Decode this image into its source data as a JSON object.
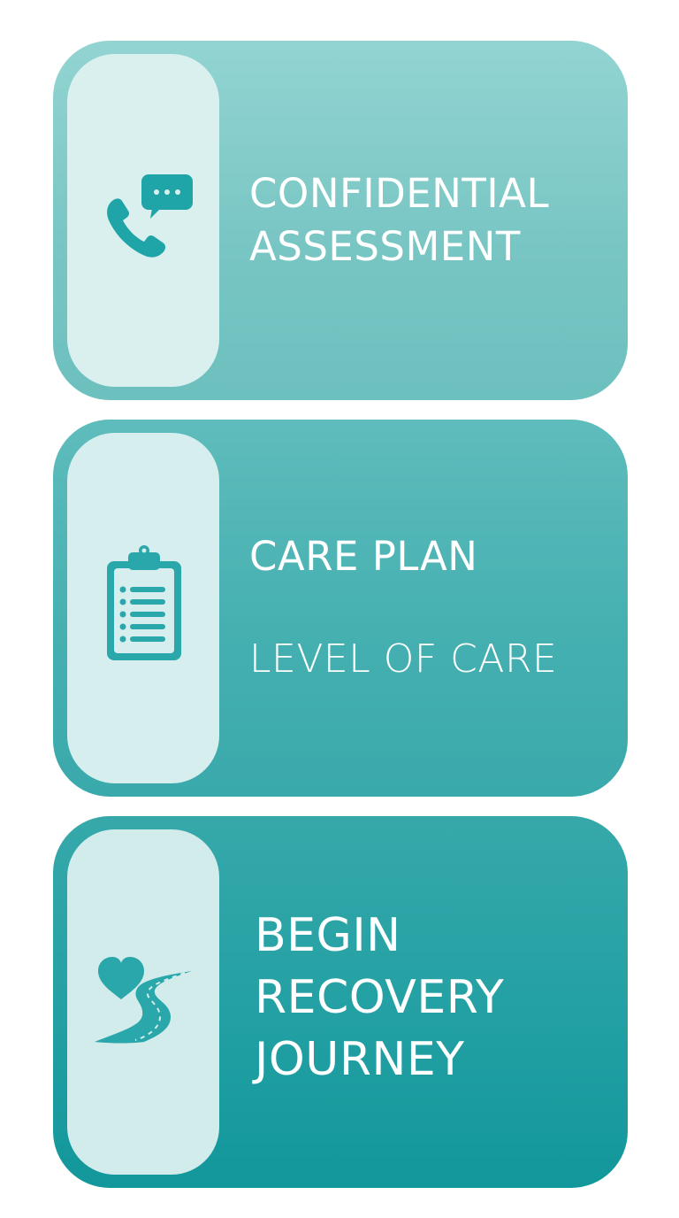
{
  "steps": [
    {
      "icon": "phone-chat-icon",
      "title_lines": [
        "CONFIDENTIAL",
        "ASSESSMENT"
      ]
    },
    {
      "icon": "clipboard-checklist-icon",
      "title": "CARE PLAN",
      "subtitle": "LEVEL OF CARE"
    },
    {
      "icon": "heart-road-icon",
      "title_lines": [
        "BEGIN",
        "RECOVERY",
        "JOURNEY"
      ]
    }
  ],
  "colors": {
    "icon_teal": "#1aa3a6",
    "card_1": "#7ac7c5",
    "card_2": "#47b1b2",
    "card_3": "#1f9fa2",
    "panel": "#d6eeee",
    "text": "#ffffff"
  }
}
